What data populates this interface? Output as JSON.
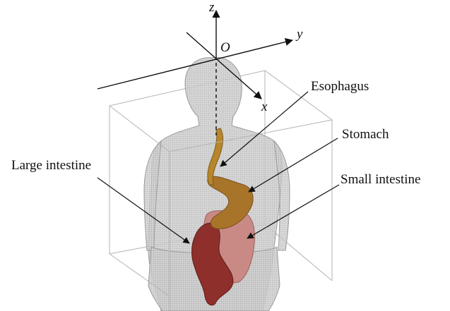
{
  "axes": {
    "z_label": "z",
    "y_label": "y",
    "x_label": "x",
    "origin_label": "O"
  },
  "labels": {
    "esophagus": "Esophagus",
    "stomach": "Stomach",
    "small_intestine": "Small intestine",
    "large_intestine": "Large intestine"
  },
  "colors": {
    "body_fill": "#c8c8c8",
    "body_stroke": "#9a9a9a",
    "box_stroke": "#b0b0b0",
    "esophagus": "#b8862b",
    "stomach": "#a8742a",
    "small_intestine": "#c98a86",
    "large_intestine": "#8e2f2c",
    "ink": "#111111"
  }
}
